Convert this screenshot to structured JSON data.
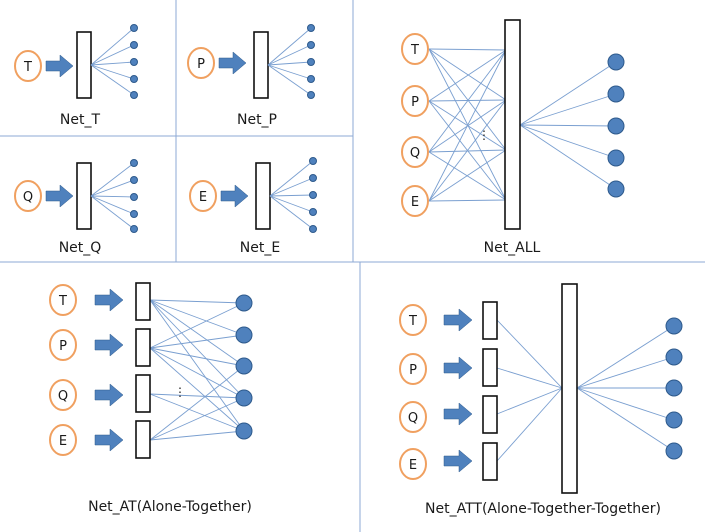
{
  "colors": {
    "divider": "#8eaad4",
    "input_outline": "#f0a060",
    "arrow": "#4f81bd",
    "edge": "#7a9fd0",
    "node_fill": "#4f81bd",
    "node_stroke": "#2e5a8c",
    "box_stroke": "#111111"
  },
  "panels": {
    "net_t": {
      "caption": "Net_T",
      "input": "T"
    },
    "net_p": {
      "caption": "Net_P",
      "input": "P"
    },
    "net_q": {
      "caption": "Net_Q",
      "input": "Q"
    },
    "net_e": {
      "caption": "Net_E",
      "input": "E"
    },
    "net_all": {
      "caption": "Net_ALL",
      "inputs": [
        "T",
        "P",
        "Q",
        "E"
      ],
      "ellipsis": "⋮"
    },
    "net_at": {
      "caption": "Net_AT(Alone-Together)",
      "inputs": [
        "T",
        "P",
        "Q",
        "E"
      ],
      "ellipsis": "⋮"
    },
    "net_att": {
      "caption": "Net_ATT(Alone-Together-Together)",
      "inputs": [
        "T",
        "P",
        "Q",
        "E"
      ]
    }
  }
}
